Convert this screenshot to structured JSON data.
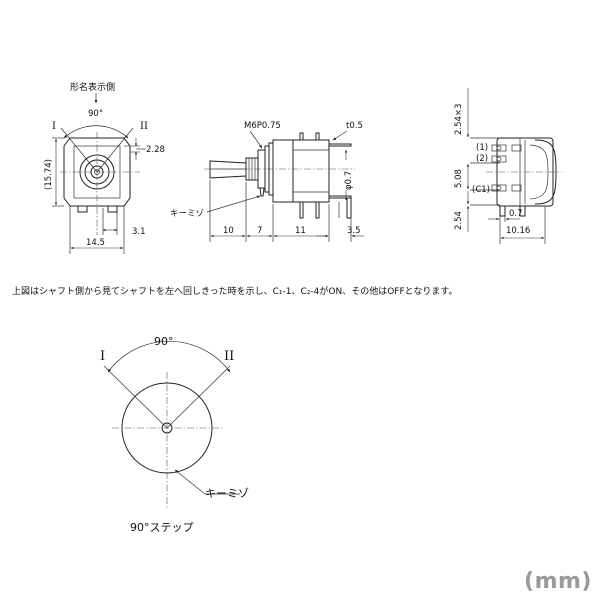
{
  "front_view": {
    "marking_side_label": "形名表示側",
    "angle_label": "90°",
    "pos1": "I",
    "pos2": "II",
    "dim_height": "(15.74)",
    "dim_228": "2.28",
    "dim_31": "3.1",
    "dim_145": "14.5"
  },
  "side_view": {
    "thread_label": "M6P0.75",
    "t_label": "t0.5",
    "phi_label": "φ0.7",
    "key_label": "キーミゾ",
    "dims": [
      "10",
      "7",
      "11",
      "3.5"
    ]
  },
  "rear_view": {
    "dim_254x3": "2.54×3",
    "dim_508": "5.08",
    "dim_254": "2.54",
    "dim_07": "0.7",
    "dim_1016": "10.16",
    "terminals": [
      "(1)",
      "(2)",
      "(C1)"
    ]
  },
  "note": "上図はシャフト側から見てシャフトを左へ回しきった時を示し、C₁-1、C₂-4がON、その他はOFFとなります。",
  "step_diagram": {
    "angle_label": "90°",
    "pos1": "I",
    "pos2": "II",
    "key_label": "キーミゾ",
    "caption": "90°ステップ"
  },
  "unit_label": "(mm)"
}
